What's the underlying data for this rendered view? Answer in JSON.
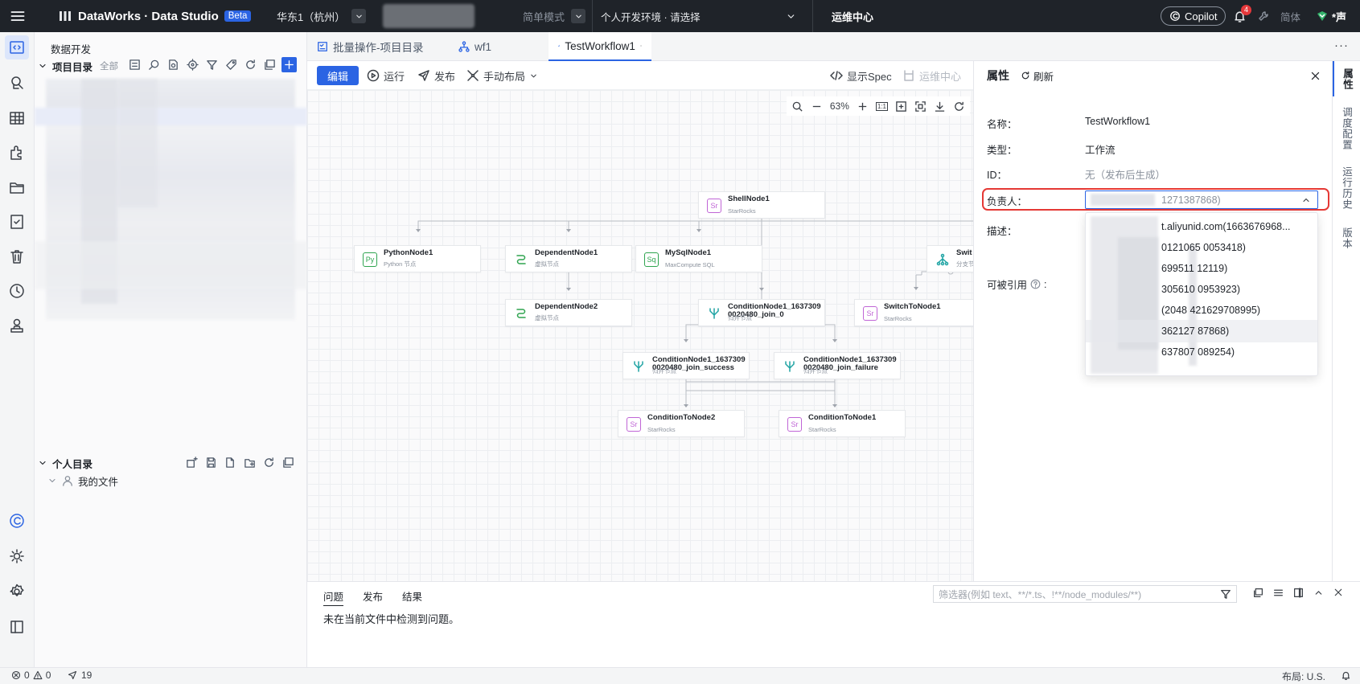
{
  "app": {
    "brand": "DataWorks · Data Studio",
    "beta": "Beta",
    "region": "华东1（杭州）",
    "mode": "简单模式",
    "env": "个人开发环境 · 请选择",
    "ops": "运维中心",
    "copilot": "Copilot",
    "notif_count": "4",
    "lang": "简体",
    "user": "*声"
  },
  "explorer": {
    "title": "数据开发",
    "project_dir": "项目目录",
    "project_scope": "全部",
    "personal_dir": "个人目录",
    "my_files": "我的文件"
  },
  "tabs": [
    {
      "label": "批量操作-项目目录"
    },
    {
      "label": "wf1"
    },
    {
      "label": "TestWorkflow1"
    }
  ],
  "toolbar": {
    "edit": "编辑",
    "run": "运行",
    "publish": "发布",
    "layout": "手动布局",
    "spec": "显示Spec",
    "ops": "运维中心",
    "zoom": "63%",
    "fit": "1:1"
  },
  "nodes": {
    "shell": {
      "name": "ShellNode1",
      "type": "StarRocks",
      "icon": "Sr"
    },
    "python": {
      "name": "PythonNode1",
      "type": "Python 节点",
      "icon": "Py"
    },
    "dep1": {
      "name": "DependentNode1",
      "type": "虚拟节点"
    },
    "mysql": {
      "name": "MySqlNode1",
      "type": "MaxCompute SQL",
      "icon": "Sq"
    },
    "switch": {
      "name": "Swit",
      "type": "分支节"
    },
    "dep2": {
      "name": "DependentNode2",
      "type": "虚拟节点"
    },
    "cond0": {
      "name": "ConditionNode1_1637309\n0020480_join_0",
      "type": "归并节点"
    },
    "switchTo": {
      "name": "SwitchToNode1",
      "type": "StarRocks",
      "icon": "Sr"
    },
    "condS": {
      "name": "ConditionNode1_1637309\n0020480_join_success",
      "type": "归并节点"
    },
    "condF": {
      "name": "ConditionNode1_1637309\n0020480_join_failure",
      "type": "归并节点"
    },
    "ctn2": {
      "name": "ConditionToNode2",
      "type": "StarRocks",
      "icon": "Sr"
    },
    "ctn1": {
      "name": "ConditionToNode1",
      "type": "StarRocks",
      "icon": "Sr"
    }
  },
  "panel": {
    "title": "属性",
    "refresh": "刷新",
    "name_label": "名称：",
    "name_value": "TestWorkflow1",
    "type_label": "类型：",
    "type_value": "工作流",
    "id_label": "ID：",
    "id_value": "无（发布后生成）",
    "owner_label": "负责人：",
    "owner_value": "1271387868)",
    "desc_label": "描述：",
    "ref_label": "可被引用",
    "options": [
      "t.aliyunid.com(1663676968...",
      "0121065 0053418)",
      "699511 12119)",
      "305610 0953923)",
      "(2048 421629708995)",
      "362127 87868)",
      "637807 089254)"
    ]
  },
  "side_tabs": [
    "属性",
    "调度配置",
    "运行历史",
    "版本"
  ],
  "bottom": {
    "tabs": [
      "问题",
      "发布",
      "结果"
    ],
    "message": "未在当前文件中检测到问题。",
    "filter_placeholder": "筛选器(例如 text、**/*.ts、!**/node_modules/**)"
  },
  "status": {
    "errors": "0",
    "warnings": "0",
    "publish_count": "19",
    "layout": "布局: U.S."
  }
}
